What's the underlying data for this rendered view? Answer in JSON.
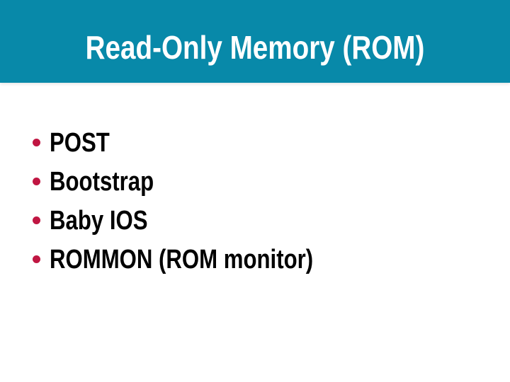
{
  "slide": {
    "title": "Read-Only Memory (ROM)",
    "bullets": [
      {
        "label": "POST"
      },
      {
        "label": "Bootstrap"
      },
      {
        "label": "Baby IOS"
      },
      {
        "label": "ROMMON (ROM monitor)"
      }
    ],
    "colors": {
      "header_bg": "#0889A9",
      "title_text": "#FFFFFF",
      "bullet_marker": "#C01642",
      "body_text": "#000000",
      "slide_bg": "#FFFFFF"
    }
  }
}
